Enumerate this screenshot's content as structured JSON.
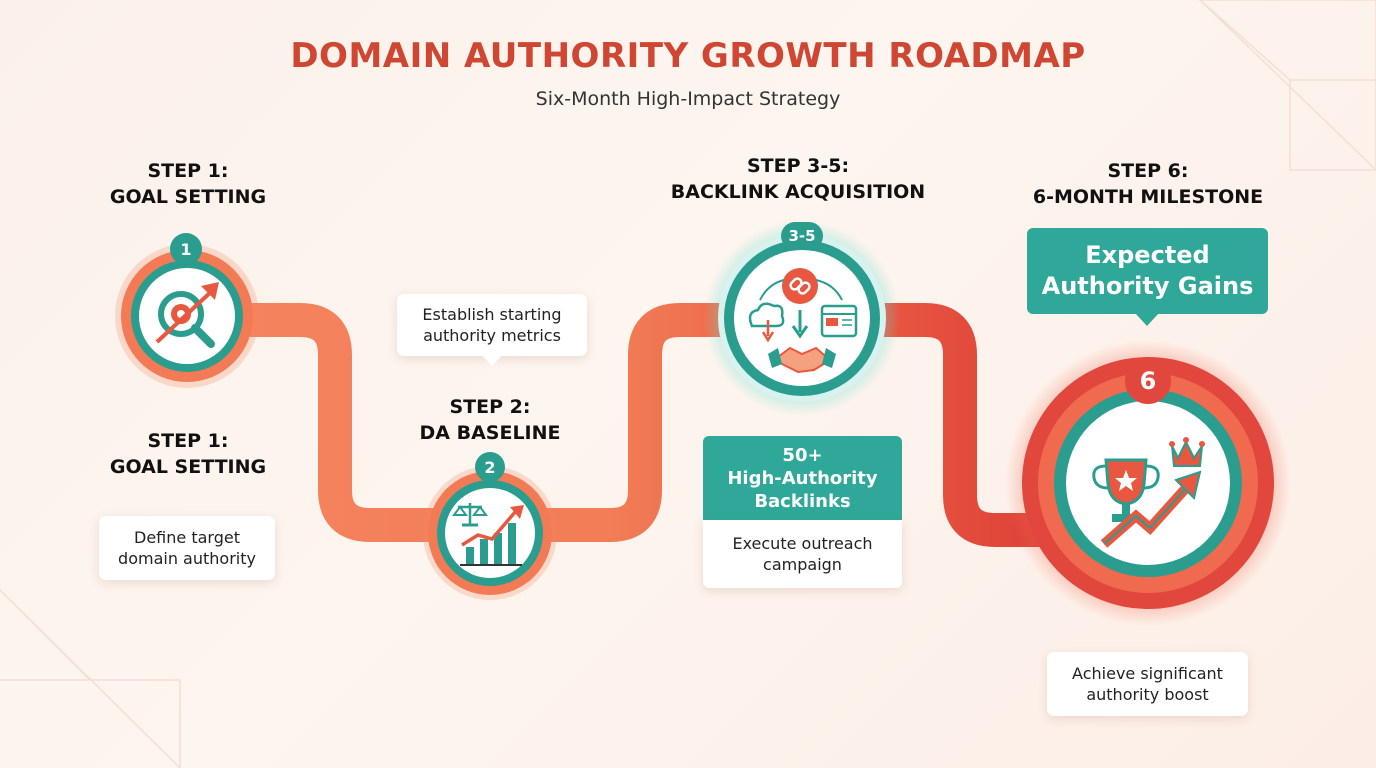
{
  "title": "DOMAIN AUTHORITY GROWTH ROADMAP",
  "subtitle": "Six-Month High-Impact Strategy",
  "colors": {
    "title_red": "#cf4632",
    "teal": "#2a9d8f",
    "coral": "#f07a55",
    "red": "#e04a3c",
    "cream_bg": "#fbf1ea"
  },
  "steps": [
    {
      "heading_line1": "STEP 1:",
      "heading_line2": "GOAL SETTING",
      "heading_repeat_line1": "STEP 1:",
      "heading_repeat_line2": "GOAL SETTING",
      "badge": "1",
      "icon": "target-magnifier-arrow-icon",
      "card_line1": "Define target",
      "card_line2": "domain authority"
    },
    {
      "heading_line1": "STEP 2:",
      "heading_line2": "DA BASELINE",
      "badge": "2",
      "icon": "scale-bar-chart-icon",
      "card_line1": "Establish starting",
      "card_line2": "authority metrics"
    },
    {
      "heading_line1": "STEP 3-5:",
      "heading_line2": "BACKLINK ACQUISITION",
      "badge": "3-5",
      "icon": "link-cloud-handshake-icon",
      "highlight_line1": "50+",
      "highlight_line2": "High-Authority",
      "highlight_line3": "Backlinks",
      "card_line1": "Execute outreach",
      "card_line2": "campaign"
    },
    {
      "heading_line1": "STEP 6:",
      "heading_line2": "6-MONTH MILESTONE",
      "badge": "6",
      "icon": "trophy-crown-arrow-icon",
      "callout_line1": "Expected",
      "callout_line2": "Authority Gains",
      "card_line1": "Achieve significant",
      "card_line2": "authority boost"
    }
  ]
}
